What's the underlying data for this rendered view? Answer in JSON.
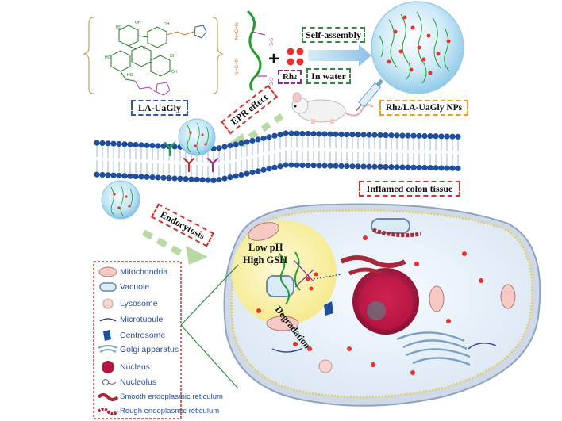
{
  "labels": {
    "la_uagly": "LA-UaGly",
    "rh2": "Rh",
    "rh2_sub": "2",
    "self_assembly": "Self-assembly",
    "in_water": "In water",
    "nps_prefix": "Rh",
    "nps_sub": "2",
    "nps_suffix": "/LA-UaGly NPs",
    "epr_effect": "EPR effect",
    "inflamed_colon": "Inflamed colon tissue",
    "endocytosis": "Endocytosis",
    "low_ph": "Low pH",
    "high_gsh": "High GSH",
    "degradation": "Degradation",
    "polymer_side": "N=C=N",
    "ss_link": "S-S"
  },
  "legend": [
    {
      "label": "Mitochondria",
      "icon": "mitochondria-icon"
    },
    {
      "label": "Vacuole",
      "icon": "vacuole-icon"
    },
    {
      "label": "Lysosome",
      "icon": "lysosome-icon"
    },
    {
      "label": "Microtubule",
      "icon": "microtubule-icon"
    },
    {
      "label": "Centrosome",
      "icon": "centrosome-icon"
    },
    {
      "label": "Golgi apparatus",
      "icon": "golgi-icon"
    },
    {
      "label": "Nucleus",
      "icon": "nucleus-icon"
    },
    {
      "label": "Nucleolus",
      "icon": "nucleolus-icon"
    },
    {
      "label": "Smooth endoplasmic reticulum",
      "icon": "smooth-er-icon"
    },
    {
      "label": "Rough endoplasmic reticulum",
      "icon": "rough-er-icon"
    }
  ],
  "colors": {
    "membrane": "#1f4e9c",
    "arrow_green": "#b9d9a4",
    "arrow_blue": "#9cc8ea",
    "lysosome_pink": "#f6b3ad",
    "nucleus": "#b01540",
    "legend_text": "#2a4fa0",
    "box_blue": "#2d56b0",
    "box_green": "#2e8b3e",
    "box_red": "#d0332a",
    "box_orange": "#e8a020",
    "box_purple": "#8a2a9a"
  }
}
